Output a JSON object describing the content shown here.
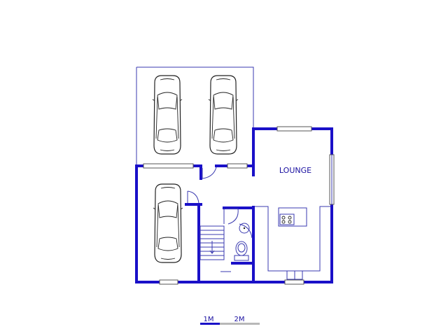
{
  "plan": {
    "rooms": [
      {
        "key": "lounge",
        "label": "LOUNGE"
      }
    ],
    "scale_bar": {
      "labels": [
        "1M",
        "2M"
      ]
    },
    "colors": {
      "wall": "#1a10c8",
      "thin_line": "#3a3ab0",
      "scale_dark": "#1a10c8",
      "scale_light": "#b8b8b8"
    }
  }
}
